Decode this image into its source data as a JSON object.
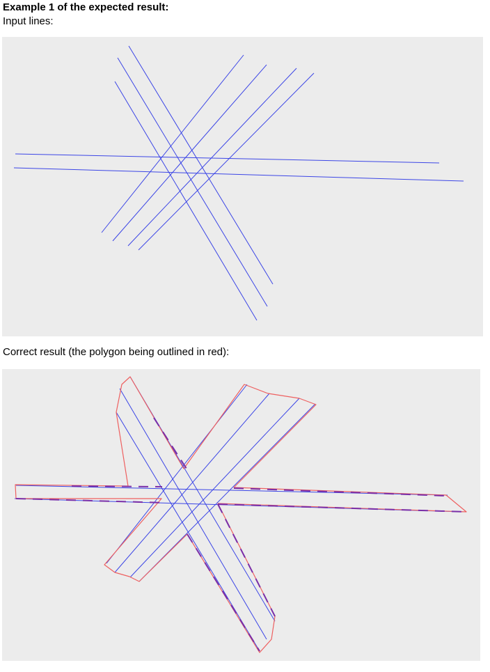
{
  "heading": "Example 1 of the expected result:",
  "caption_input": "Input lines:",
  "caption_result": "Correct result (the polygon being outlined in red):",
  "colors": {
    "panel_background": "#ececec",
    "input_line": "#3b45e6",
    "polygon_outline": "#ee6060"
  }
}
